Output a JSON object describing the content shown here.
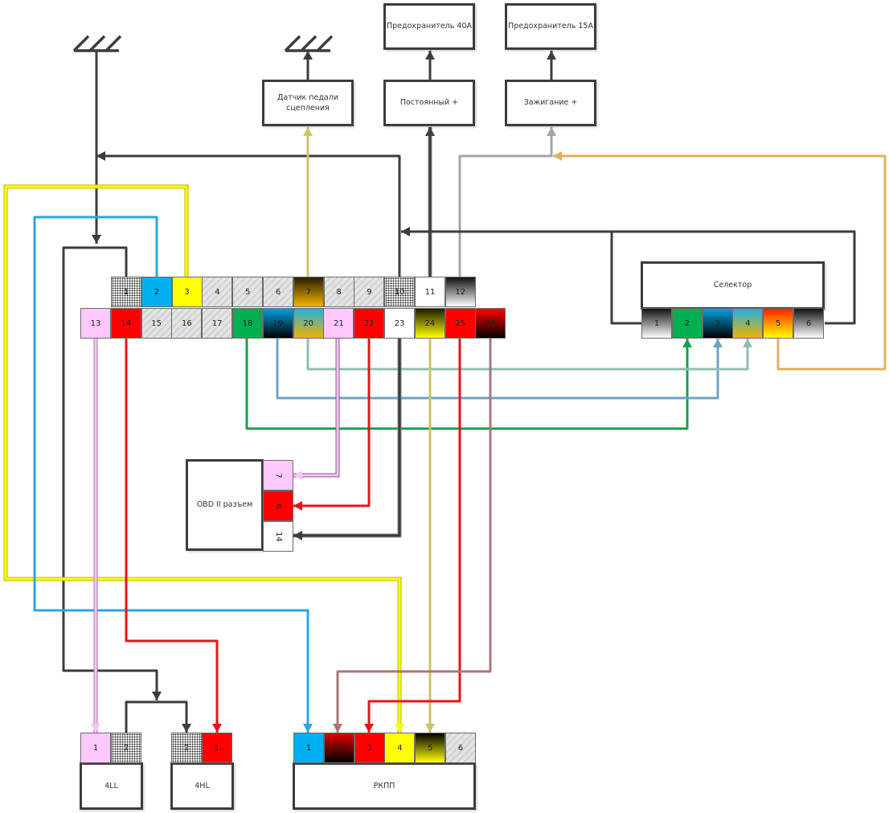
{
  "title": "Схема подключения блока управления раздаткой",
  "colors": {
    "wire_dark": "#3c3c3c",
    "wire_yellow": "#ffff00",
    "wire_blue": "#29a8e0",
    "wire_pink": "#f6c4f6",
    "wire_red": "#e8131a",
    "wire_green": "#1a9e4e",
    "wire_steelblue": "#6fa3c0",
    "wire_teal": "#8fbfb2",
    "wire_olive": "#c9c36a",
    "wire_brown": "#a87676",
    "wire_gray": "#a5a5a5",
    "wire_orange": "#e0b05c"
  },
  "boxes": {
    "clutch_sensor": "Датчик педали сцепления",
    "fuse_40": "Предохранитель 40А",
    "fuse_15": "Предохранитель 15А",
    "constant_plus": "Постоянный +",
    "ignition_plus": "Зажигание +",
    "selector": "Селектор",
    "obd": "OBD II разъем",
    "l4ll": "4LL",
    "l4hl": "4HL",
    "rkpp": "РКПП"
  },
  "grounds": [
    "ground-1",
    "ground-2"
  ],
  "main_connector": {
    "top_row": [
      {
        "label": "1",
        "fill": "dots"
      },
      {
        "label": "2",
        "fill": "#00b0f0"
      },
      {
        "label": "3",
        "fill": "#ffff00"
      },
      {
        "label": "4",
        "fill": "hatch"
      },
      {
        "label": "5",
        "fill": "hatch"
      },
      {
        "label": "6",
        "fill": "hatch"
      },
      {
        "label": "7",
        "fill": "linear-gradient(#2a1c00,#f0b400)"
      },
      {
        "label": "8",
        "fill": "hatch"
      },
      {
        "label": "9",
        "fill": "hatch"
      },
      {
        "label": "10",
        "fill": "dots"
      },
      {
        "label": "11",
        "fill": "#ffffff"
      },
      {
        "label": "12",
        "fill": "linear-gradient(#111,#fff)"
      }
    ],
    "bottom_row": [
      {
        "label": "13",
        "fill": "#ffc8ff"
      },
      {
        "label": "14",
        "fill": "#ff0000"
      },
      {
        "label": "15",
        "fill": "hatch"
      },
      {
        "label": "16",
        "fill": "hatch"
      },
      {
        "label": "17",
        "fill": "hatch"
      },
      {
        "label": "18",
        "fill": "#00b050"
      },
      {
        "label": "19",
        "fill": "linear-gradient(#00a0e0,#000)"
      },
      {
        "label": "20",
        "fill": "linear-gradient(#20b0e0,#f0b400)"
      },
      {
        "label": "21",
        "fill": "#ffc8ff"
      },
      {
        "label": "22",
        "fill": "#ff0000"
      },
      {
        "label": "23",
        "fill": "#ffffff"
      },
      {
        "label": "24",
        "fill": "linear-gradient(#1a1a00,#ffff00)"
      },
      {
        "label": "25",
        "fill": "#ff0000"
      },
      {
        "label": "26",
        "fill": "linear-gradient(#ff0000,#000)"
      }
    ]
  },
  "selector_pins": [
    {
      "label": "1",
      "fill": "linear-gradient(#111,#fff)"
    },
    {
      "label": "2",
      "fill": "#00b050"
    },
    {
      "label": "3",
      "fill": "linear-gradient(#00a0e0,#000)"
    },
    {
      "label": "4",
      "fill": "linear-gradient(#20b0e0,#f0b400)"
    },
    {
      "label": "5",
      "fill": "linear-gradient(#ff2000,#ffff00)"
    },
    {
      "label": "6",
      "fill": "linear-gradient(#111,#fff)"
    }
  ],
  "obd_pins": [
    {
      "label": "7",
      "fill": "#ffc8ff"
    },
    {
      "label": "6",
      "fill": "#ff0000"
    },
    {
      "label": "14",
      "fill": "#ffffff"
    }
  ],
  "l4ll_pins": [
    {
      "label": "1",
      "fill": "#ffc8ff"
    },
    {
      "label": "2",
      "fill": "dots"
    }
  ],
  "l4hl_pins": [
    {
      "label": "2",
      "fill": "dots"
    },
    {
      "label": "1",
      "fill": "#ff0000"
    }
  ],
  "rkpp_pins": [
    {
      "label": "1",
      "fill": "#00b0f0"
    },
    {
      "label": "2",
      "fill": "linear-gradient(#e00000,#000)"
    },
    {
      "label": "3",
      "fill": "#ff0000"
    },
    {
      "label": "4",
      "fill": "#ffff00"
    },
    {
      "label": "5",
      "fill": "linear-gradient(#000,#ffff00)"
    },
    {
      "label": "6",
      "fill": "hatch"
    }
  ]
}
